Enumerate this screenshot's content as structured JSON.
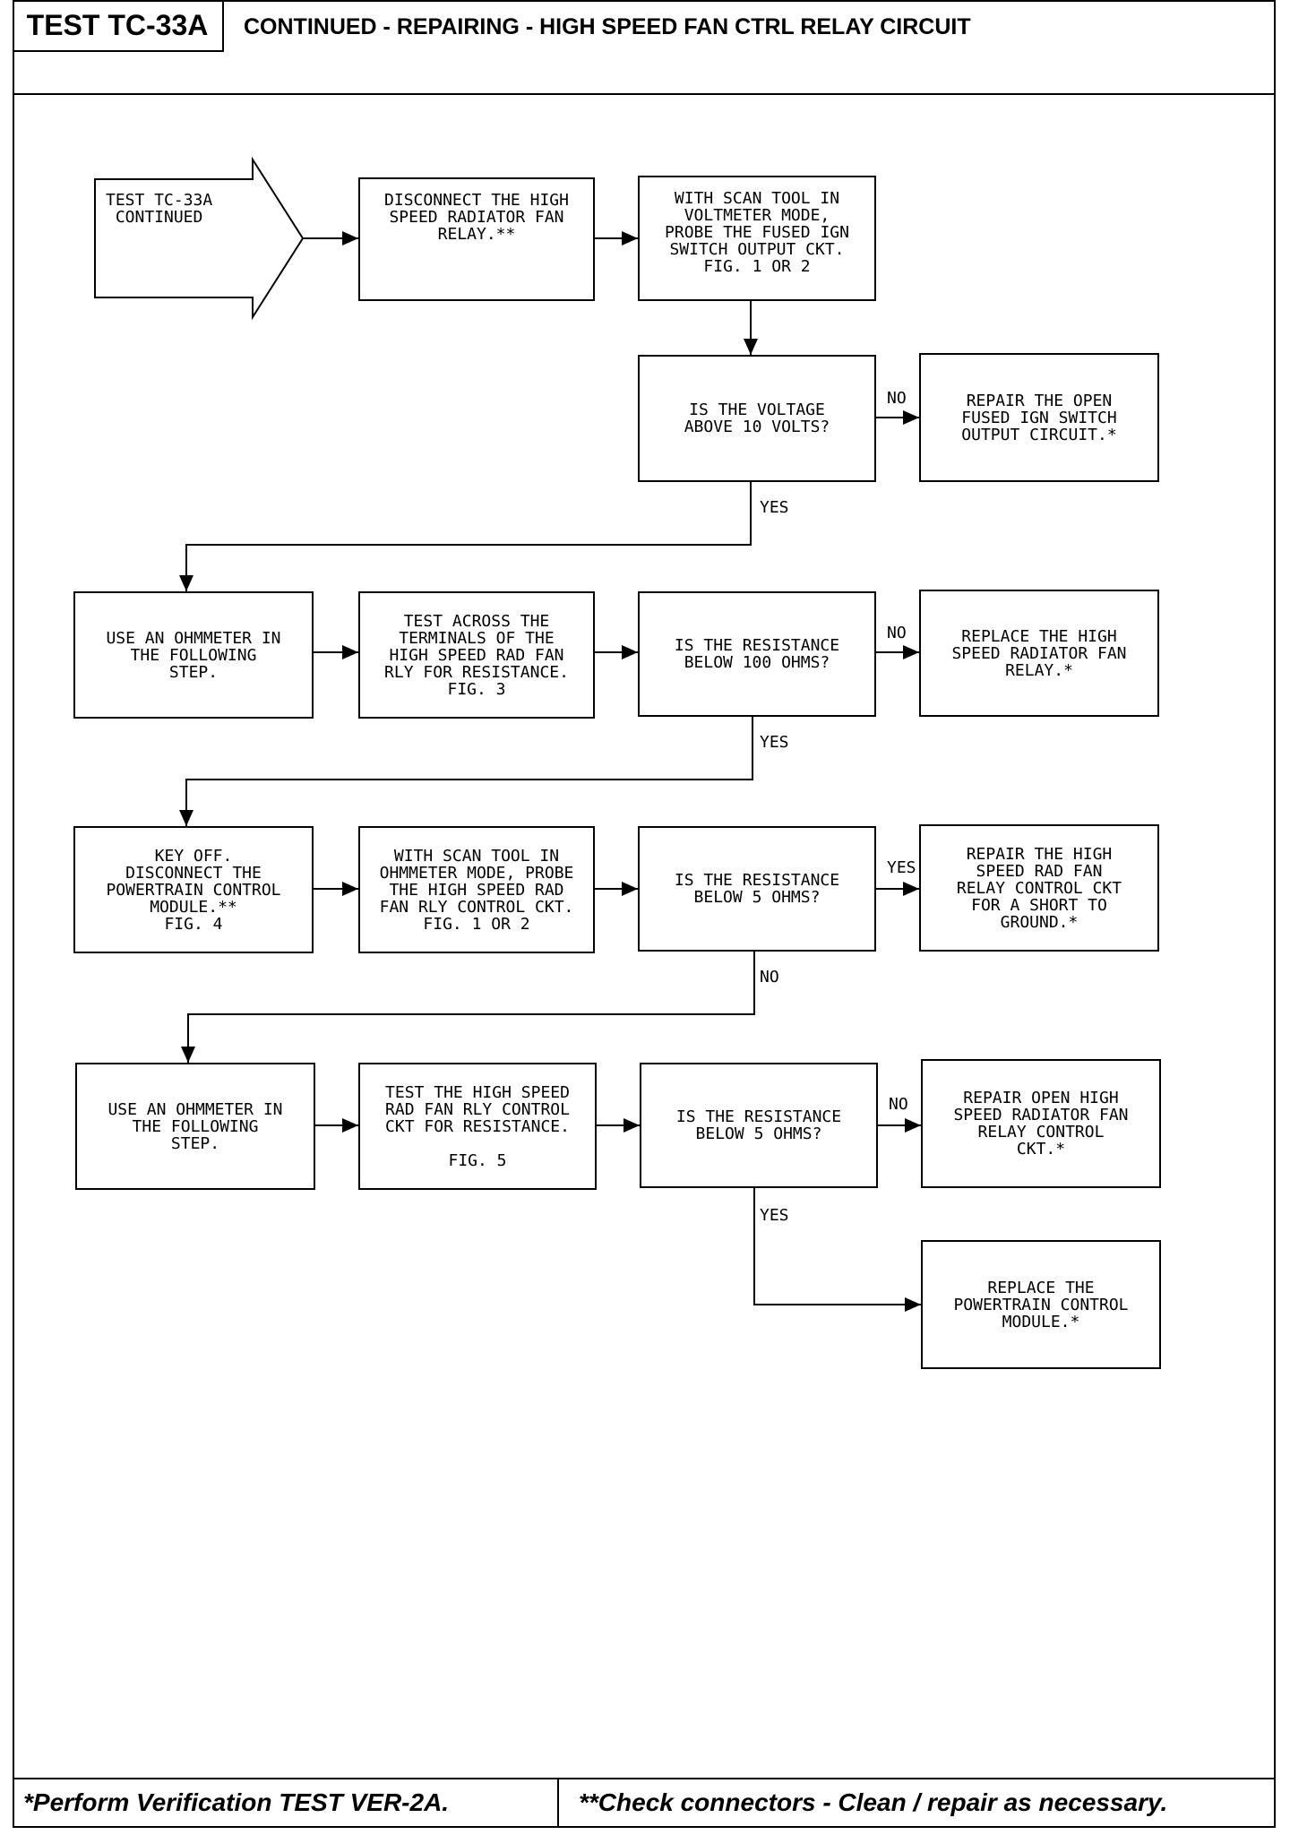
{
  "header": {
    "test_id": "TEST TC-33A",
    "title": "CONTINUED -  REPAIRING - HIGH SPEED FAN CTRL RELAY CIRCUIT"
  },
  "flowchart": {
    "start": "TEST TC-33A\nCONTINUED",
    "row1": {
      "step1": "DISCONNECT THE HIGH\nSPEED RADIATOR FAN\nRELAY.**",
      "step2": "WITH SCAN TOOL IN\nVOLTMETER MODE,\nPROBE THE FUSED IGN\nSWITCH OUTPUT CKT.\nFIG. 1 OR 2"
    },
    "row2": {
      "question": "IS THE VOLTAGE\nABOVE 10 VOLTS?",
      "no_label": "NO",
      "no_result": "REPAIR THE OPEN\nFUSED IGN SWITCH\nOUTPUT CIRCUIT.*",
      "yes_label": "YES"
    },
    "row3": {
      "step1": "USE AN OHMMETER IN\nTHE FOLLOWING\nSTEP.",
      "step2": "TEST ACROSS THE\nTERMINALS OF THE\nHIGH SPEED RAD FAN\nRLY FOR RESISTANCE.\nFIG. 3",
      "question": "IS THE RESISTANCE\nBELOW 100 OHMS?",
      "no_label": "NO",
      "no_result": "REPLACE THE HIGH\nSPEED RADIATOR FAN\nRELAY.*",
      "yes_label": "YES"
    },
    "row4": {
      "step1": "KEY OFF.\nDISCONNECT THE\nPOWERTRAIN CONTROL\nMODULE.**\nFIG. 4",
      "step2": "WITH SCAN TOOL IN\nOHMMETER MODE, PROBE\nTHE HIGH SPEED RAD\nFAN RLY CONTROL CKT.\nFIG. 1 OR 2",
      "question": "IS THE RESISTANCE\nBELOW 5 OHMS?",
      "yes_label": "YES",
      "yes_result": "REPAIR THE HIGH\nSPEED RAD FAN\nRELAY CONTROL CKT\nFOR A SHORT TO\nGROUND.*",
      "no_label": "NO"
    },
    "row5": {
      "step1": "USE AN OHMMETER IN\nTHE FOLLOWING\nSTEP.",
      "step2": "TEST THE HIGH SPEED\nRAD FAN RLY CONTROL\nCKT FOR RESISTANCE.\n\nFIG. 5",
      "question": "IS THE RESISTANCE\nBELOW 5 OHMS?",
      "no_label": "NO",
      "no_result": "REPAIR OPEN HIGH\nSPEED RADIATOR FAN\nRELAY CONTROL\nCKT.*",
      "yes_label": "YES",
      "yes_result": "REPLACE THE\nPOWERTRAIN CONTROL\nMODULE.*"
    }
  },
  "footer": {
    "left_note": "*Perform Verification TEST VER-2A.",
    "right_note": "**Check connectors - Clean / repair as necessary."
  }
}
